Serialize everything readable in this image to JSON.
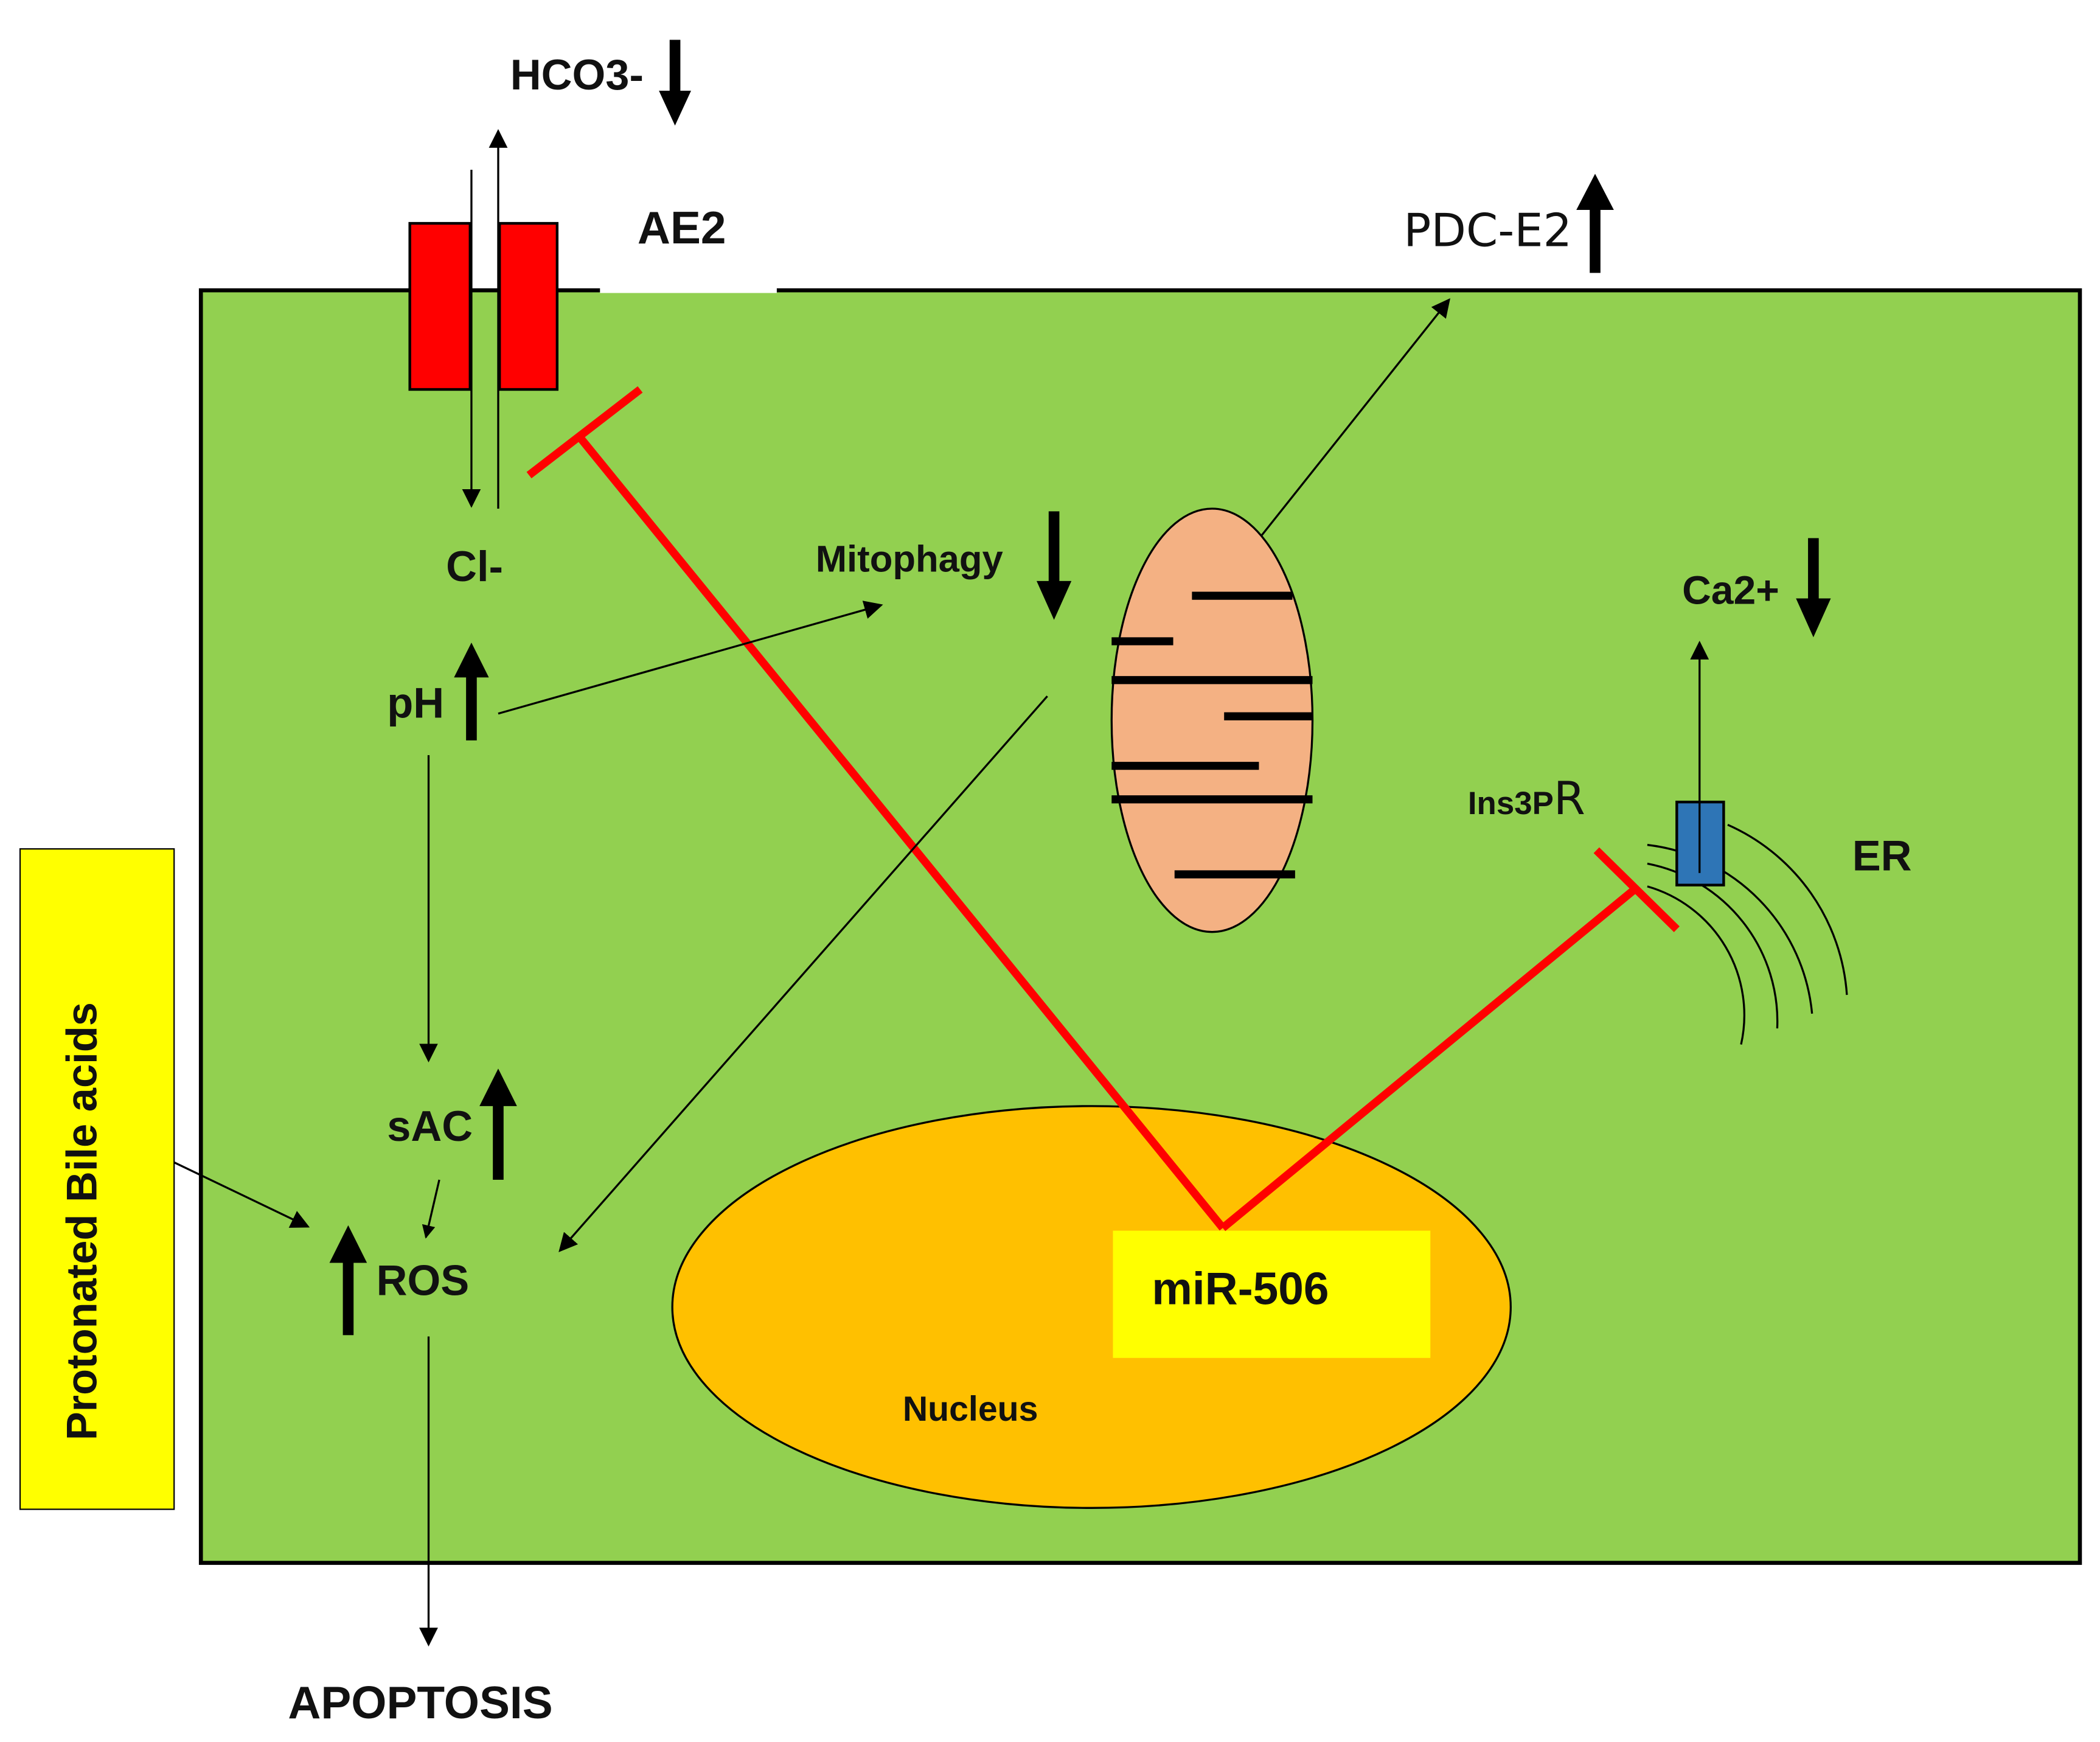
{
  "labels": {
    "hco3": "HCO3-",
    "ae2": "AE2",
    "pdc_e2": "PDC-E2",
    "cl": "Cl-",
    "mitophagy": "Mitophagy",
    "ca2": "Ca2+",
    "ph": "pH",
    "ins3pr_prefix": "Ins3P",
    "ins3pr_suffix": "R",
    "er": "ER",
    "sac": "sAC",
    "ros": "ROS",
    "mir506": "miR-506",
    "nucleus": "Nucleus",
    "apoptosis": "APOPTOSIS",
    "bile_acids": "Protonated Bile acids"
  },
  "regulation": {
    "hco3": "decreased",
    "pdc_e2": "increased",
    "mitophagy": "decreased",
    "ca2": "decreased",
    "ph": "increased",
    "sac": "increased",
    "ros": "increased"
  },
  "colors": {
    "cell": "#92d050",
    "ae2_channel": "#ff0000",
    "inhibition_lines": "#ff0000",
    "mitochondrion": "#f4b183",
    "nucleus": "#ffc000",
    "mir506_box": "#ffff00",
    "bile_acids_box": "#ffff00",
    "ins3pr_channel": "#2e75b6",
    "outline": "#000000"
  }
}
